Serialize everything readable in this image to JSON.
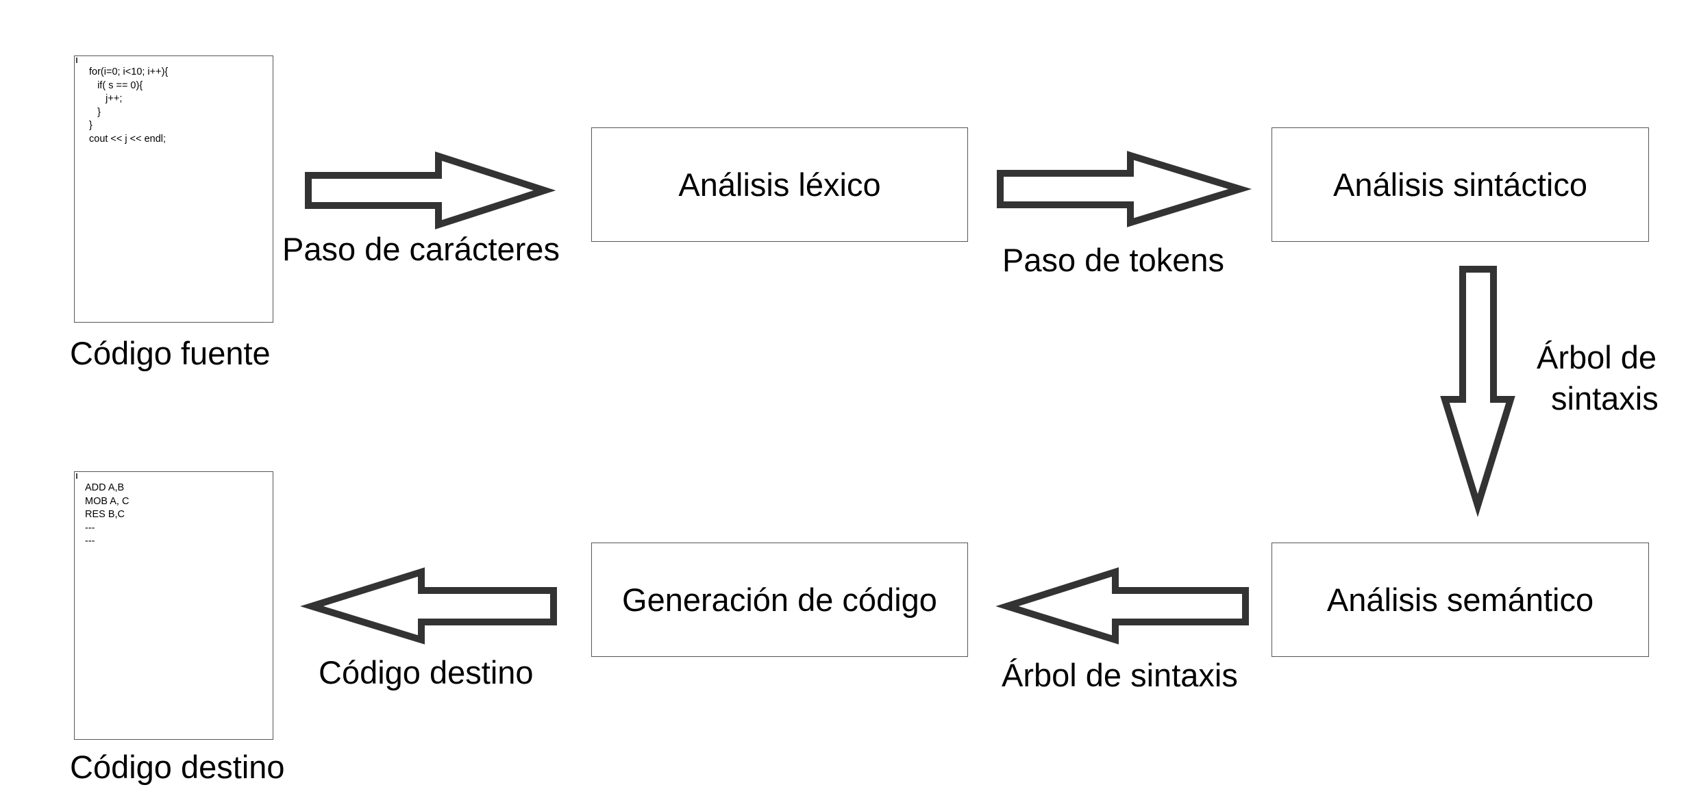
{
  "source_document": {
    "code_lines": [
      "for(i=0; i<10; i++){",
      "   if( s == 0){",
      "      j++;",
      "   }",
      "}",
      "cout << j << endl;"
    ],
    "caption": "Código fuente"
  },
  "target_document": {
    "code_lines": [
      "ADD A,B",
      "MOB A, C",
      "RES B,C",
      "---",
      "---"
    ],
    "caption": "Código destino"
  },
  "stages": {
    "lexical": "Análisis léxico",
    "syntactic": "Análisis sintáctico",
    "semantic": "Análisis semántico",
    "codegen": "Generación de código"
  },
  "arrows": {
    "chars": "Paso de carácteres",
    "tokens": "Paso de tokens",
    "tree_down_line1": "Árbol de",
    "tree_down_line2": "sintaxis",
    "tree_left": "Árbol de sintaxis",
    "target_code": "Código destino"
  },
  "colors": {
    "arrow_stroke": "#333333",
    "box_border": "#555555"
  }
}
